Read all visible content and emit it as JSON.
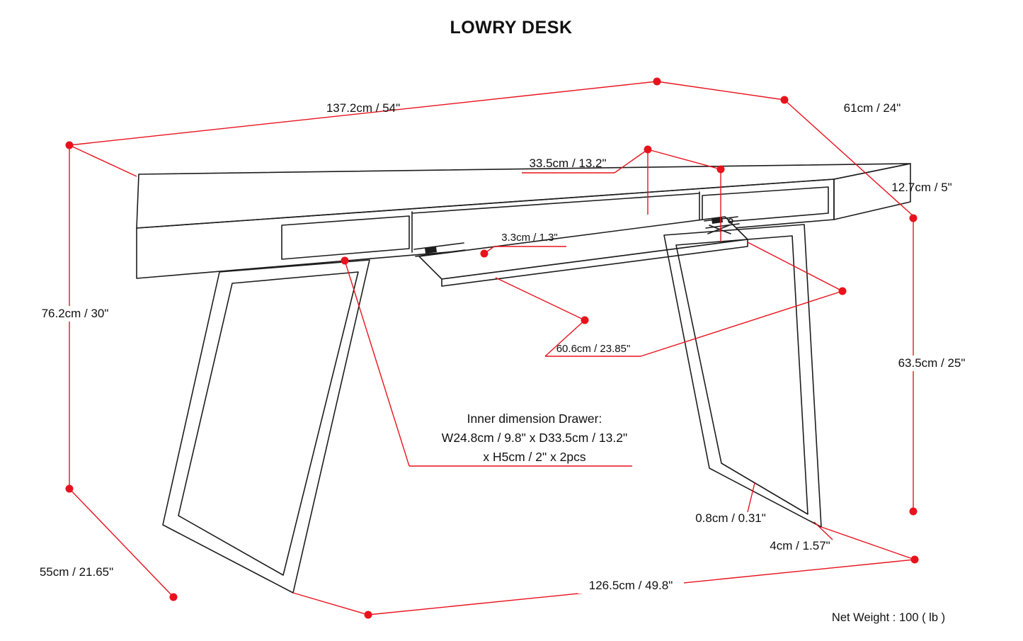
{
  "title": "LOWRY DESK",
  "colors": {
    "dimension_red": "#e8121c",
    "line_black": "#1d1d1d",
    "background": "#ffffff"
  },
  "dimensions": {
    "desk_length": "137.2cm / 54\"",
    "desk_depth": "61cm / 24\"",
    "top_thickness": "12.7cm / 5\"",
    "drawer_depth": "33.5cm / 13.2\"",
    "tray_lip": "3.3cm / 1.3\"",
    "desk_height": "76.2cm / 30\"",
    "under_clearance": "63.5cm / 25\"",
    "tray_width": "60.6cm / 23.85\"",
    "leg_tube_thickness": "0.8cm / 0.31\"",
    "leg_tube_width": "4cm / 1.57\"",
    "leg_foot_depth": "55cm / 21.65\"",
    "leg_span": "126.5cm / 49.8\""
  },
  "drawer_note": {
    "line1": "Inner dimension Drawer:",
    "line2": "W24.8cm / 9.8\" x D33.5cm / 13.2\"",
    "line3": "x H5cm / 2\" x 2pcs"
  },
  "footer": {
    "net_weight": "Net Weight : 100 ( lb )"
  }
}
